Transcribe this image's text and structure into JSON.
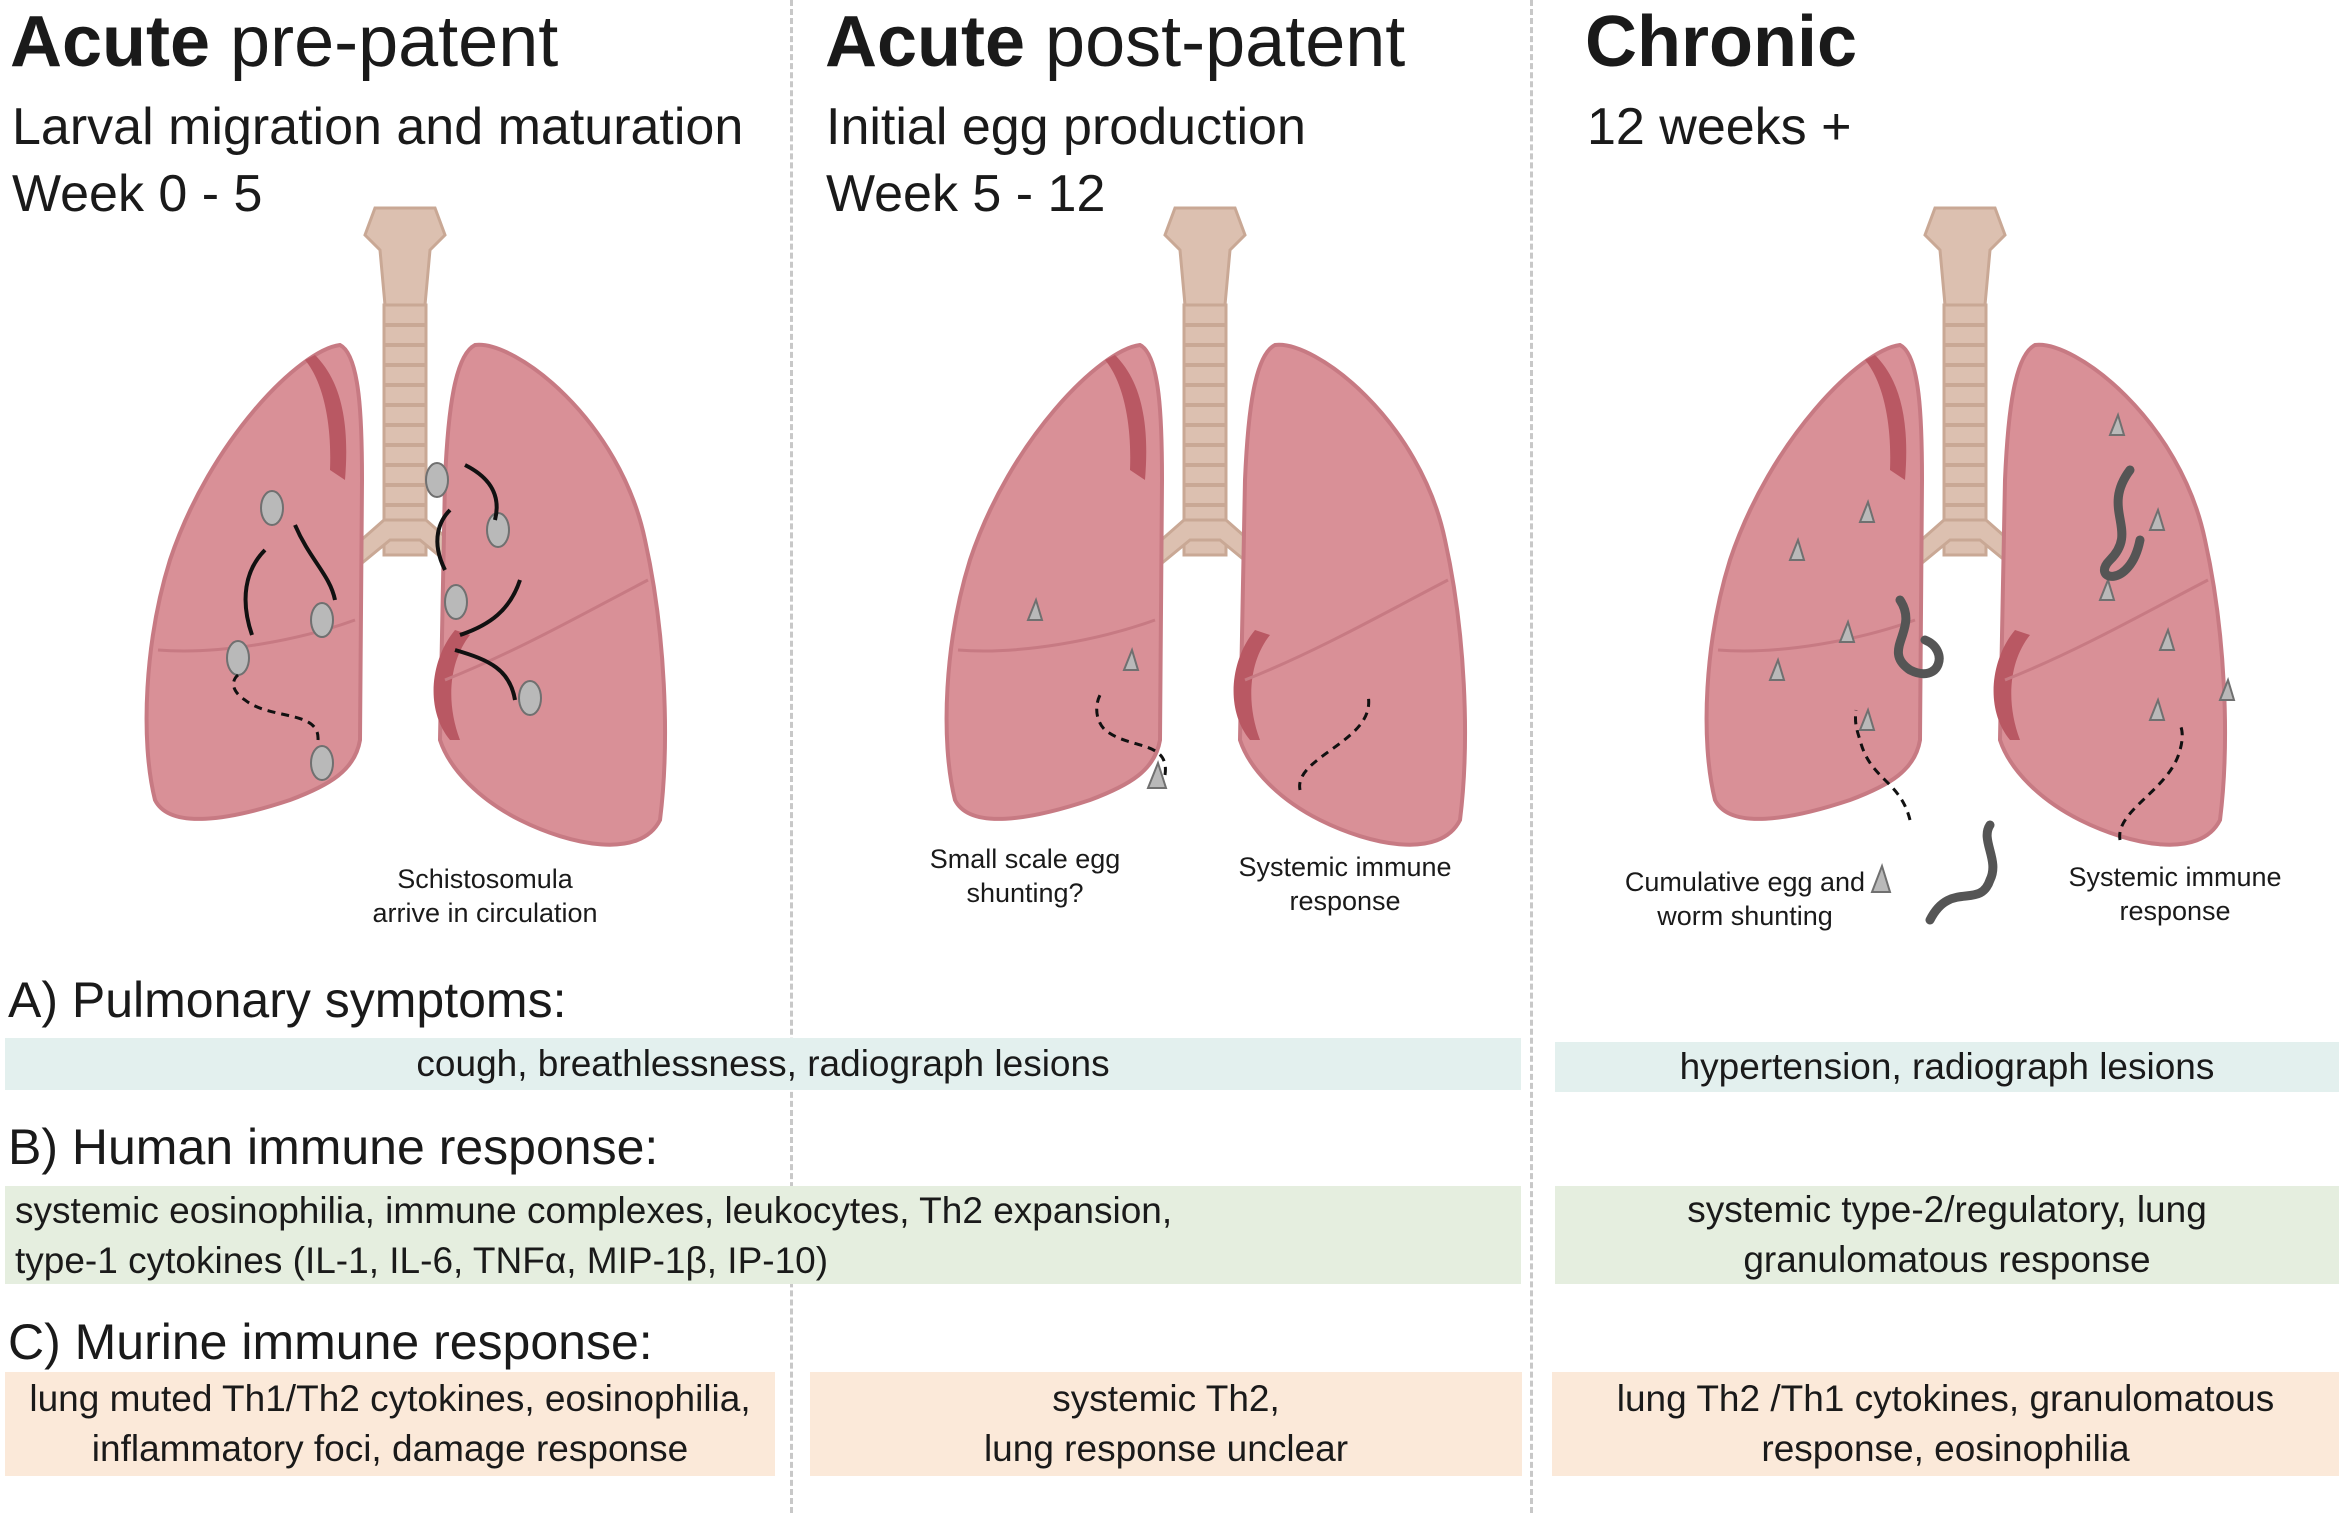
{
  "stages": [
    {
      "title_bold": "Acute",
      "title_rest": " pre-patent",
      "subtitle": "Larval migration and maturation",
      "week": "Week 0 - 5"
    },
    {
      "title_bold": "Acute",
      "title_rest": " post-patent",
      "subtitle": "Initial egg production",
      "week": "Week 5 - 12"
    },
    {
      "title_bold": "Chronic",
      "title_rest": "",
      "subtitle": "12 weeks +",
      "week": ""
    }
  ],
  "captions": {
    "p1": [
      "Schistosomula",
      "arrive in circulation"
    ],
    "p2_left": [
      "Small scale egg",
      "shunting?"
    ],
    "p2_right": [
      "Systemic immune",
      "response"
    ],
    "p3_left": [
      "Cumulative egg and",
      "worm shunting"
    ],
    "p3_right": [
      "Systemic immune",
      "response"
    ]
  },
  "sections": {
    "a": {
      "label": "A) Pulmonary symptoms:",
      "acute": "cough, breathlessness, radiograph lesions",
      "chronic": "hypertension, radiograph lesions"
    },
    "b": {
      "label": "B) Human immune response:",
      "acute": [
        "systemic eosinophilia, immune complexes, leukocytes, Th2 expansion,",
        "type-1 cytokines (IL-1, IL-6, TNFα, MIP-1β, IP-10)"
      ],
      "chronic": [
        "systemic type-2/regulatory, lung",
        "granulomatous response"
      ]
    },
    "c": {
      "label": "C) Murine immune response:",
      "pre": [
        "lung muted Th1/Th2 cytokines, eosinophilia,",
        "inflammatory foci, damage response"
      ],
      "post": [
        "systemic Th2,",
        "lung response unclear"
      ],
      "chronic": [
        "lung Th2 /Th1 cytokines, granulomatous",
        "response, eosinophilia"
      ]
    }
  },
  "colors": {
    "lung": "#d99097",
    "lung_outline": "#c77a83",
    "lung_dark": "#b95863",
    "trachea": "#dcc0b0",
    "teal_box": "#e3f0ee",
    "green_box": "#e5eedf",
    "peach_box": "#fbe9d9",
    "divider": "#c8c8c8"
  }
}
